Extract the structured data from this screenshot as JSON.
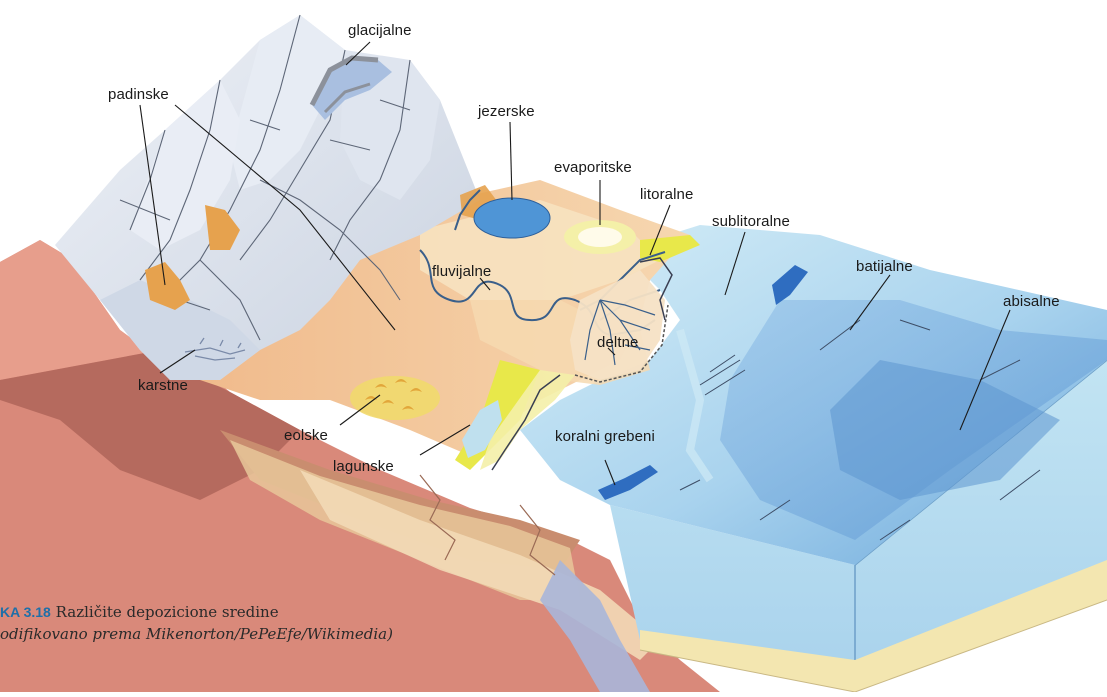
{
  "labels": {
    "glacijalne": "glacijalne",
    "padinske": "padinske",
    "jezerske": "jezerske",
    "evaporitske": "evaporitske",
    "litoralne": "litoralne",
    "sublitoralne": "sublitoralne",
    "batijalne": "batijalne",
    "abisalne": "abisalne",
    "fluvijalne": "fluvijalne",
    "deltne": "deltne",
    "karstne": "karstne",
    "eolske": "eolske",
    "lagunske": "lagunske",
    "koralni_grebeni": "koralni grebeni"
  },
  "caption": {
    "figure": "KA 3.18",
    "title": " Različite depozicione sredine",
    "source": "odifikovano prema Mikenorton/PePeEfe/Wikimedia)"
  },
  "colors": {
    "sea": "#bfe3f2",
    "deep_sea": "#7fb2de",
    "sand": "#f2c891",
    "mountain": "#dfe6f0",
    "lake": "#4f95d6",
    "beach": "#e8e84a",
    "crust": "#d9897a",
    "caption_accent": "#1f6fa8"
  }
}
